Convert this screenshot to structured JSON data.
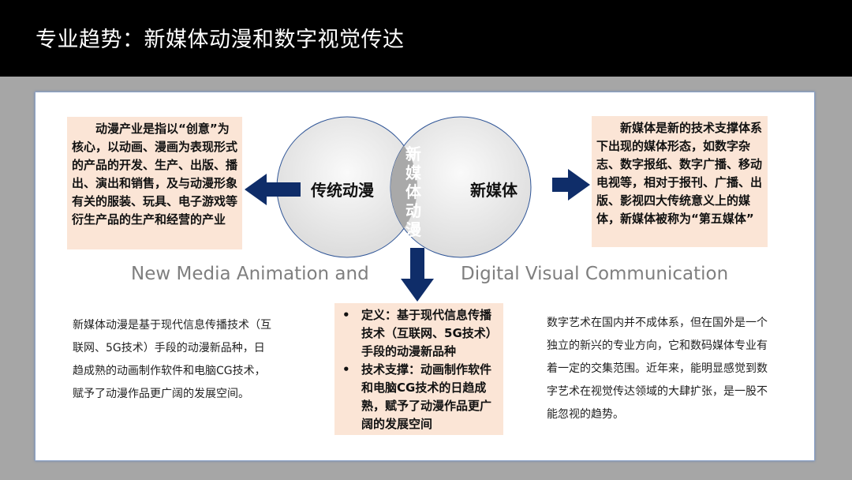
{
  "title": "专业趋势：新媒体动漫和数字视觉传达",
  "diagram": {
    "left_circle": "传统动漫",
    "right_circle": "新媒体",
    "overlap": "新媒体动漫",
    "left_box": "动漫产业是指以“创意”为核心，以动画、漫画为表现形式的产品的开发、生产、出版、播出、演出和销售，及与动漫形象有关的服装、玩具、电子游戏等衍生产品的生产和经营的产业",
    "right_box": "新媒体是新的技术支撑体系下出现的媒体形态，如数字杂志、数字报纸、数字广播、移动电视等，相对于报刊、广播、出版、影视四大传统意义上的媒体，新媒体被称为“第五媒体”",
    "bottom_box": [
      "定义：基于现代信息传播技术（互联网、5G技术）手段的动漫新品种",
      "技术支撑：动画制作软件和电脑CG技术的日趋成熟，赋予了动漫作品更广阔的发展空间"
    ]
  },
  "english_left": "New Media Animation and",
  "english_right": "Digital Visual Communication",
  "left_text": "新媒体动漫是基于现代信息传播技术（互联网、5G技术）手段的动漫新品种，日趋成熟的动画制作软件和电脑CG技术，赋予了动漫作品更广阔的发展空间。",
  "right_text": "数字艺术在国内并不成体系，但在国外是一个独立的新兴的专业方向，它和数码媒体专业有着一定的交集范围。近年来，能明显感觉到数字艺术在视觉传达领域的大肆扩张，是一股不能忽视的趋势。",
  "colors": {
    "arrow": "#0f2d69",
    "box": "#fbe5d6"
  }
}
